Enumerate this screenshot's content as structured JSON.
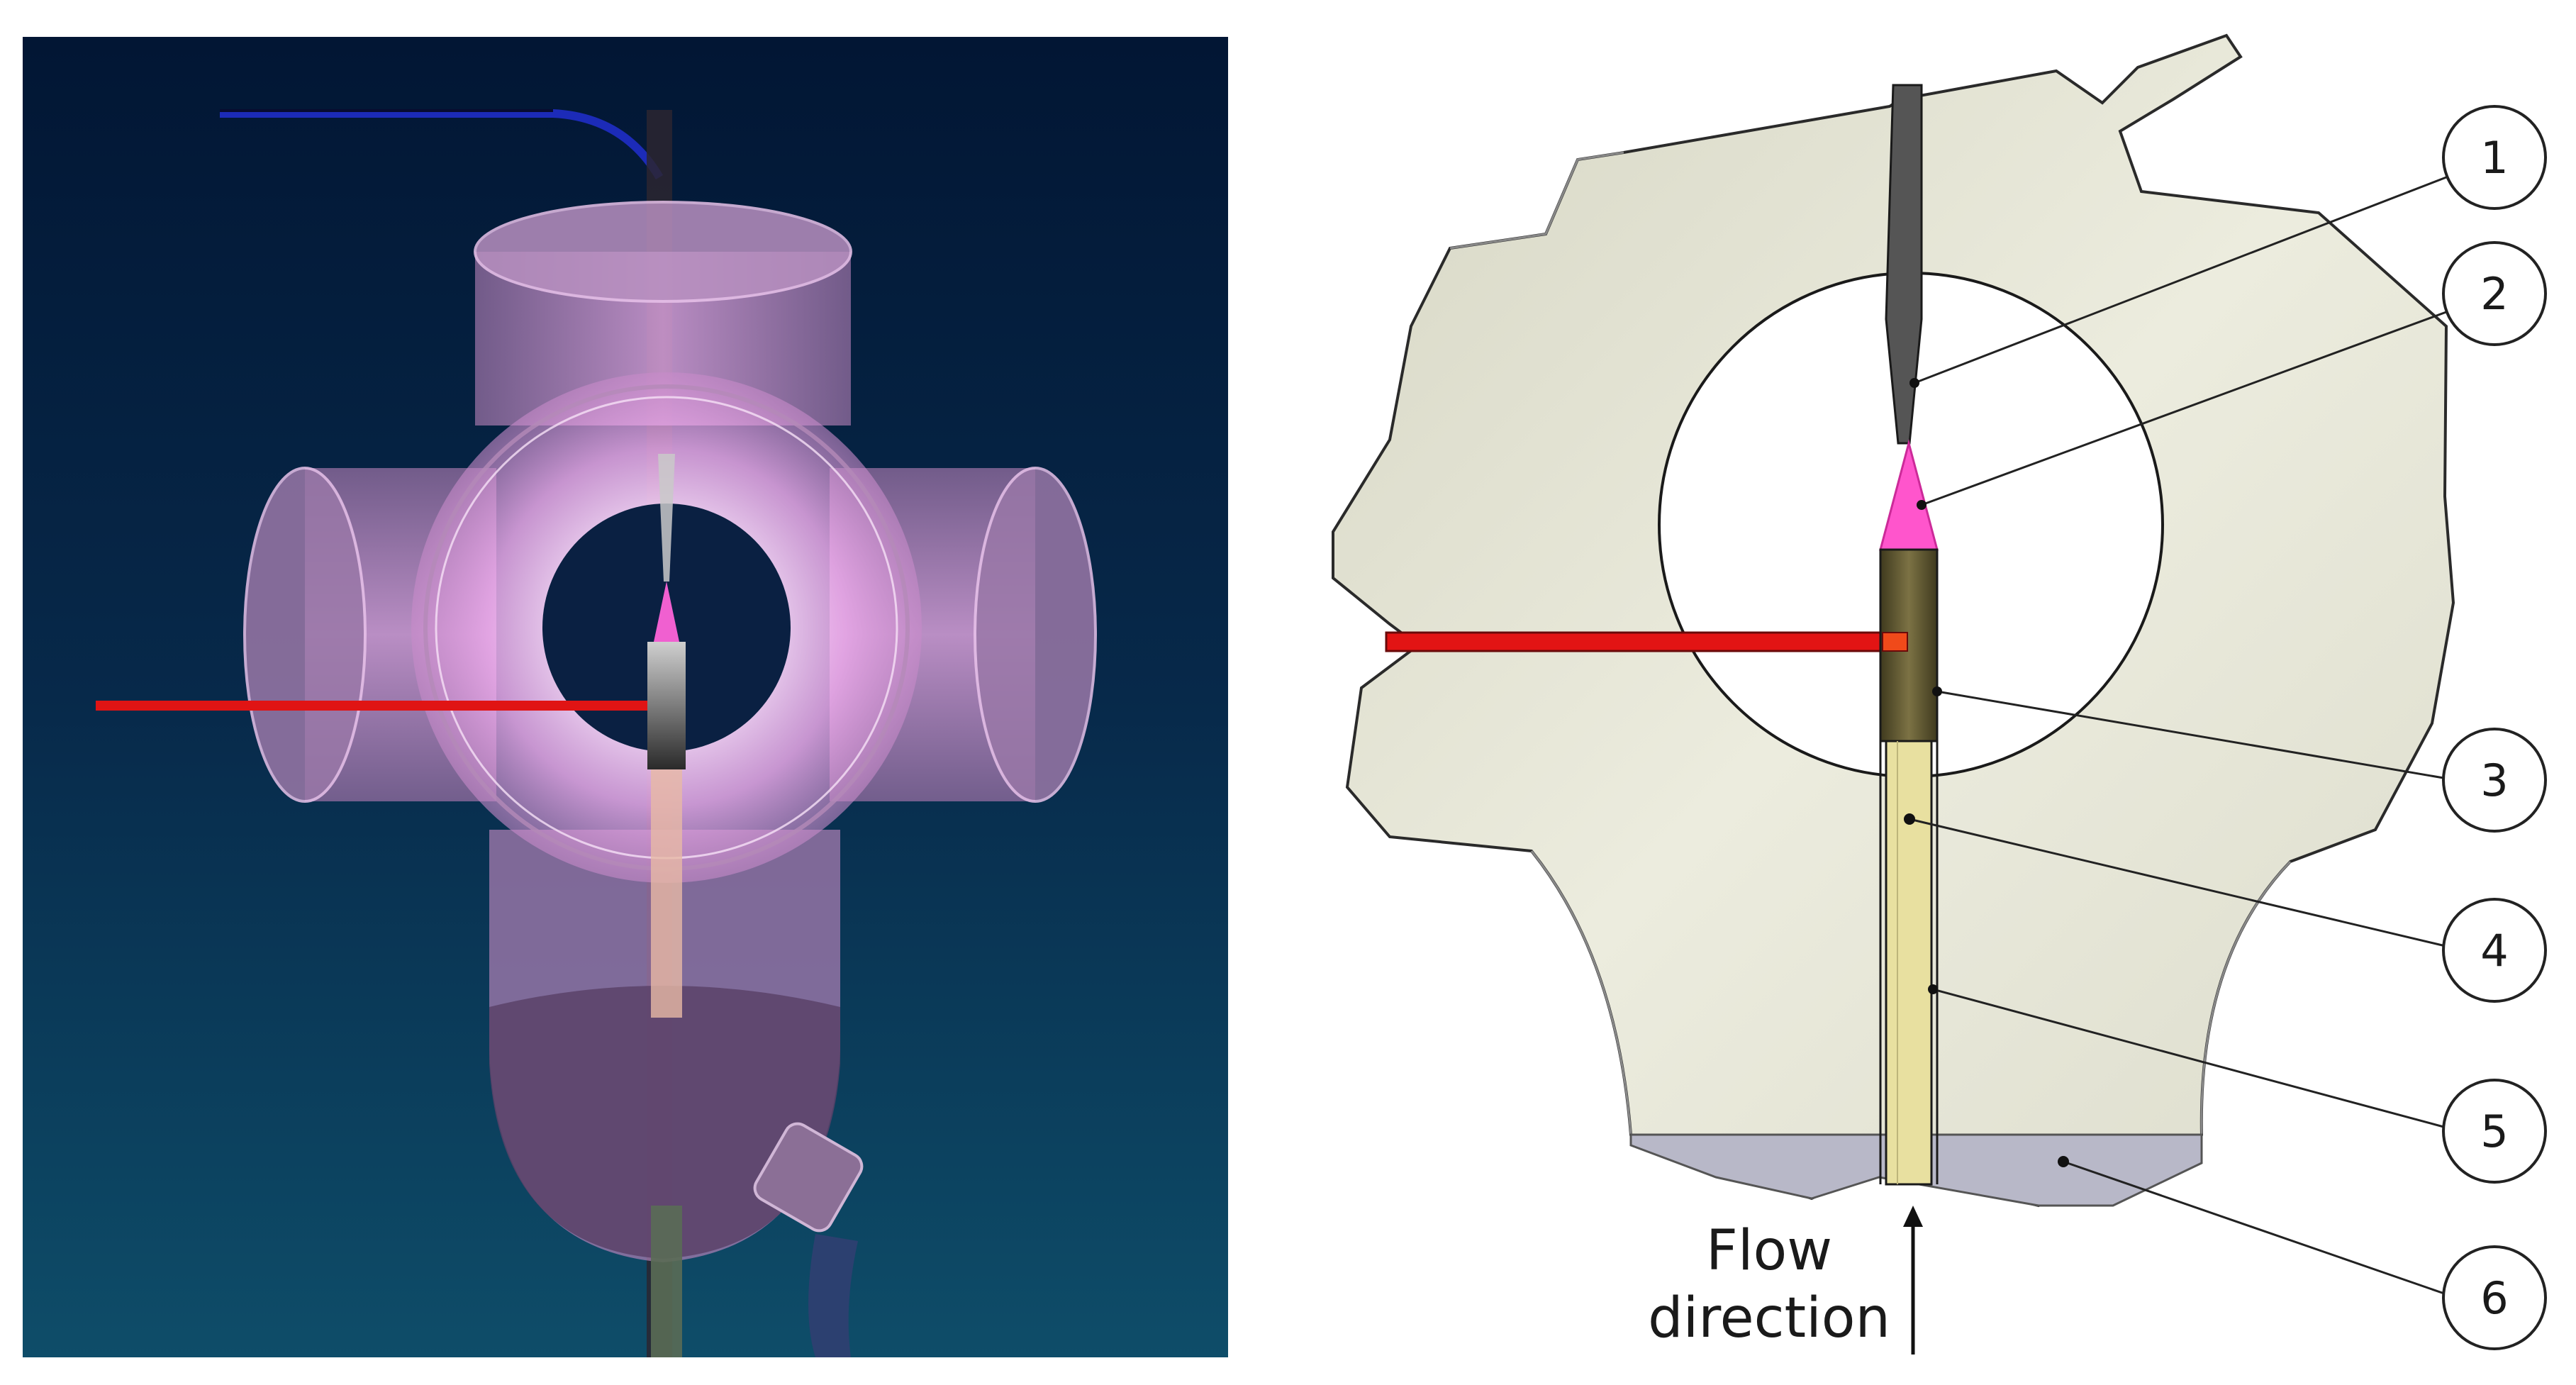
{
  "figure": {
    "left_panel": {
      "background_top": "#021634",
      "background_bottom": "#0d4a66",
      "vessel_color": "#e3a6e0",
      "beam_color": "#e01414",
      "plasma_color": "#f060d0",
      "liquid_color": "#6a4f78"
    },
    "right_panel": {
      "vessel_fill": "#e2e2d2",
      "beam_color": "#e21414",
      "tube_color": "#e8e0a0",
      "sleeve_color": "#6a6238",
      "electrode_color": "#555555",
      "plasma_color": "#ff55cc",
      "liquid_color": "#b8b8c8"
    },
    "callouts": [
      "1",
      "2",
      "3",
      "4",
      "5",
      "6"
    ],
    "flow_label": [
      "Flow",
      "direction"
    ]
  }
}
